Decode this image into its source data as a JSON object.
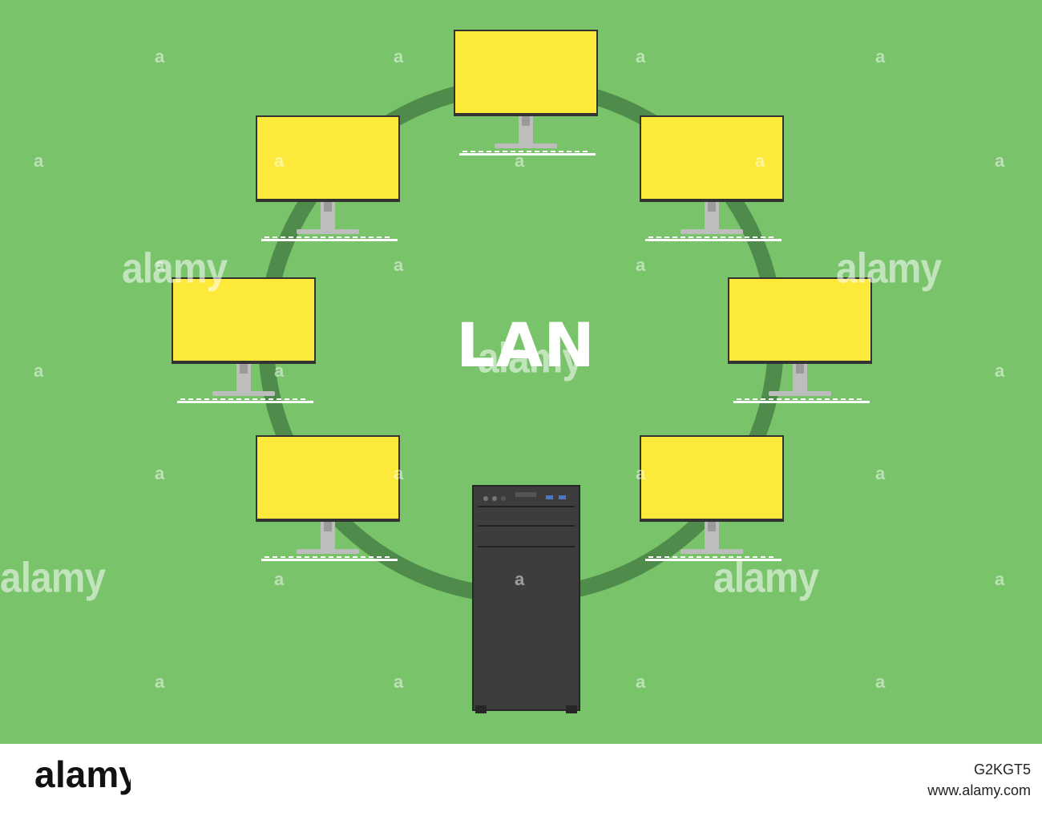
{
  "diagram": {
    "center_label": "LAN",
    "colors": {
      "background": "#79c36a",
      "ring": "#4f8b4b",
      "screen": "#fde93a",
      "screen_border": "#333333",
      "stand": "#bdbdbd",
      "keyboard": "#ffffff",
      "tower": "#3d3d3d"
    },
    "workstations": [
      {
        "id": "workstation-top",
        "icon": "monitor-icon"
      },
      {
        "id": "workstation-upper-left",
        "icon": "monitor-icon"
      },
      {
        "id": "workstation-upper-right",
        "icon": "monitor-icon"
      },
      {
        "id": "workstation-mid-left",
        "icon": "monitor-icon"
      },
      {
        "id": "workstation-mid-right",
        "icon": "monitor-icon"
      },
      {
        "id": "workstation-lower-left",
        "icon": "monitor-icon"
      },
      {
        "id": "workstation-lower-right",
        "icon": "monitor-icon"
      }
    ],
    "server": {
      "icon": "server-tower-icon"
    }
  },
  "watermarks": {
    "big_text": "alamy",
    "small_text": "a"
  },
  "footer": {
    "logo_text": "alamy",
    "image_code": "G2KGT5",
    "url": "www.alamy.com"
  }
}
